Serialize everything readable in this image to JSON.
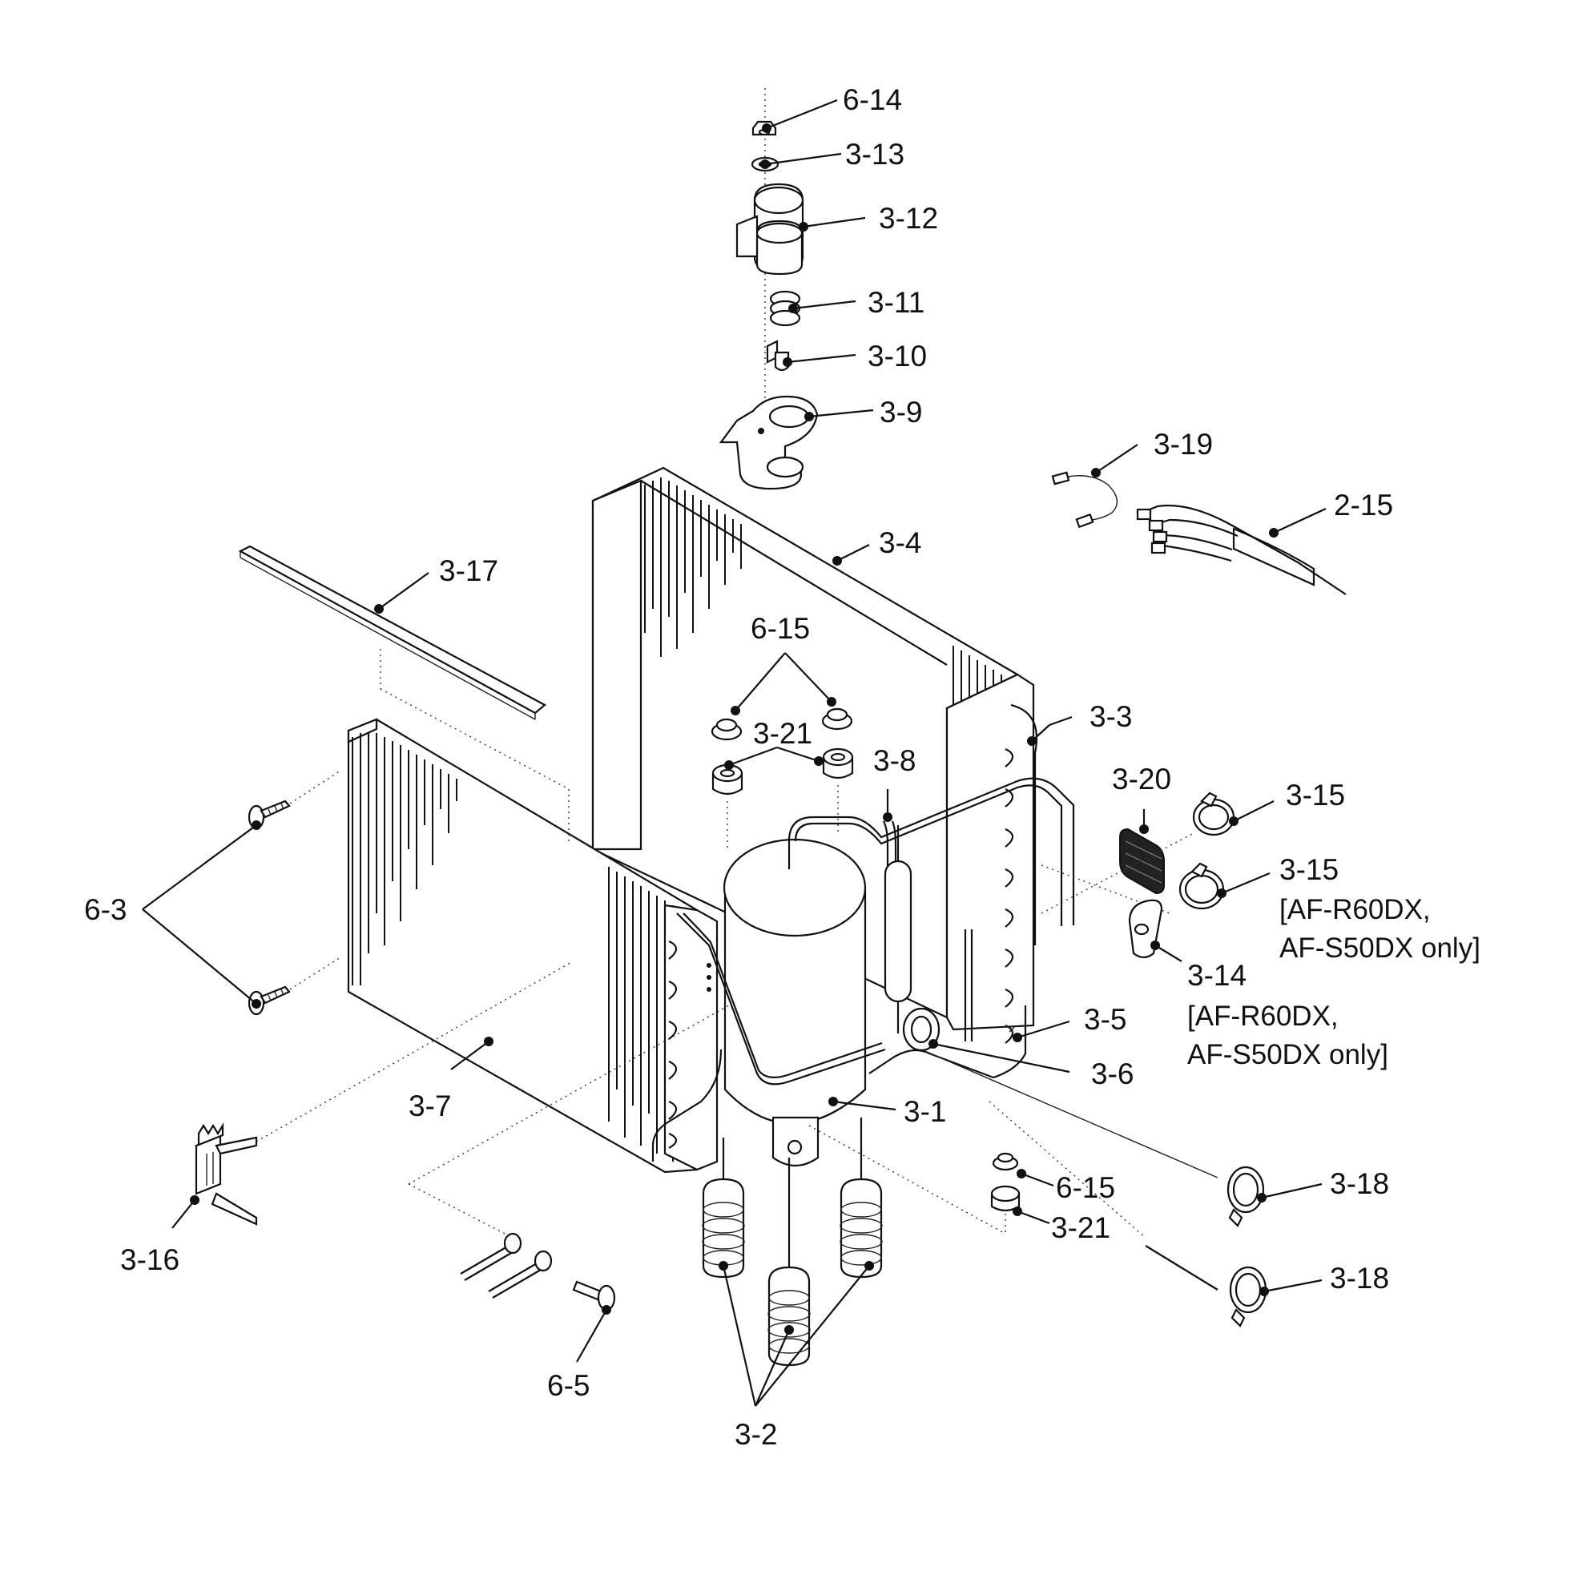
{
  "callouts": {
    "c_6_14": "6-14",
    "c_3_13": "3-13",
    "c_3_12": "3-12",
    "c_3_11": "3-11",
    "c_3_10": "3-10",
    "c_3_9": "3-9",
    "c_3_19": "3-19",
    "c_2_15": "2-15",
    "c_3_4": "3-4",
    "c_3_17": "3-17",
    "c_6_15_top": "6-15",
    "c_3_21_top": "3-21",
    "c_3_8": "3-8",
    "c_3_3": "3-3",
    "c_3_20": "3-20",
    "c_3_15_a": "3-15",
    "c_3_15_b": "3-15",
    "c_3_14": "3-14",
    "c_6_3": "6-3",
    "c_3_5": "3-5",
    "c_3_6": "3-6",
    "c_3_7": "3-7",
    "c_3_1": "3-1",
    "c_3_18_a": "3-18",
    "c_3_18_b": "3-18",
    "c_6_15_bottom": "6-15",
    "c_3_21_bottom": "3-21",
    "c_3_16": "3-16",
    "c_6_5": "6-5",
    "c_3_2": "3-2"
  },
  "notes": {
    "n_3_15_line1": "[AF-R60DX,",
    "n_3_15_line2": "AF-S50DX only]",
    "n_3_14_line1": "[AF-R60DX,",
    "n_3_14_line2": "AF-S50DX only]"
  }
}
